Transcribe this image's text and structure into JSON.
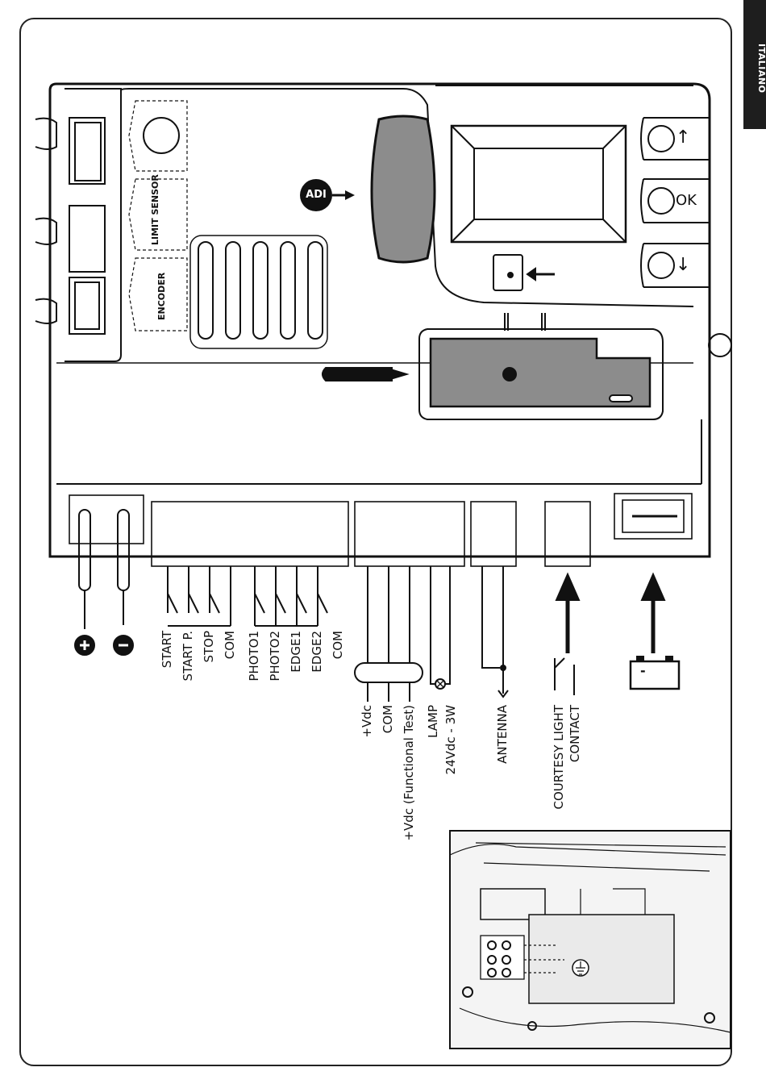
{
  "language_tab": "ITALIANO",
  "board": {
    "connectors": [
      "LIMIT SENSOR",
      "ENCODER"
    ],
    "adi_badge": "ADI",
    "keys": [
      "↑",
      "OK",
      "↓"
    ]
  },
  "terminals": {
    "inputs": [
      "START",
      "START P.",
      "STOP",
      "COM",
      "PHOTO1",
      "PHOTO2",
      "EDGE1",
      "EDGE2",
      "COM"
    ],
    "power": [
      "+Vdc",
      "COM",
      "+Vdc (Functional Test)"
    ],
    "lamp": [
      "LAMP",
      "24Vdc - 3W"
    ],
    "antenna": "ANTENNA",
    "courtesy": [
      "COURTESY LIGHT",
      "CONTACT"
    ]
  },
  "battery": {
    "minus": "-",
    "plus": "+"
  },
  "colors": {
    "line": "#111111",
    "fill_gray": "#8c8c8c",
    "inset_bg": "#f4f4f4",
    "tab": "#1e1e1e"
  }
}
